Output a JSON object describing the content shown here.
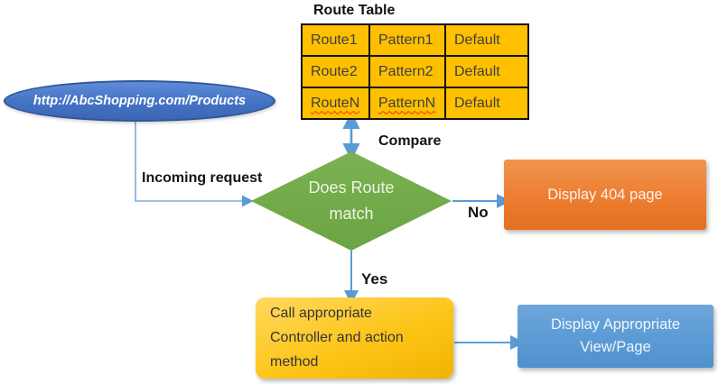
{
  "table": {
    "title": "Route Table",
    "rows": [
      [
        "Route1",
        "Pattern1",
        "Default"
      ],
      [
        "Route2",
        "Pattern2",
        "Default"
      ],
      [
        "RouteN",
        "PatternN",
        "Default"
      ]
    ]
  },
  "nodes": {
    "url": {
      "label": "http://AbcShopping.com/Products"
    },
    "decision": {
      "line1": "Does Route",
      "line2": "match"
    },
    "display404": {
      "label": "Display 404 page"
    },
    "controller": {
      "lines": [
        "Call appropriate",
        "Controller and action",
        "method"
      ]
    },
    "displayView": {
      "line1": "Display Appropriate",
      "line2": "View/Page"
    }
  },
  "labels": {
    "compare": "Compare",
    "incoming_request": "Incoming request",
    "no": "No",
    "yes": "Yes"
  },
  "colors": {
    "ellipse_blue": "#4472C4",
    "table_amber": "#FFC000",
    "diamond_green": "#70AD47",
    "box_orange": "#ED7D31",
    "box_yellow": "#FFC000",
    "box_blue": "#5B9BD5",
    "arrow_blue": "#5B9BD5",
    "misspell_red": "#E4330E"
  }
}
